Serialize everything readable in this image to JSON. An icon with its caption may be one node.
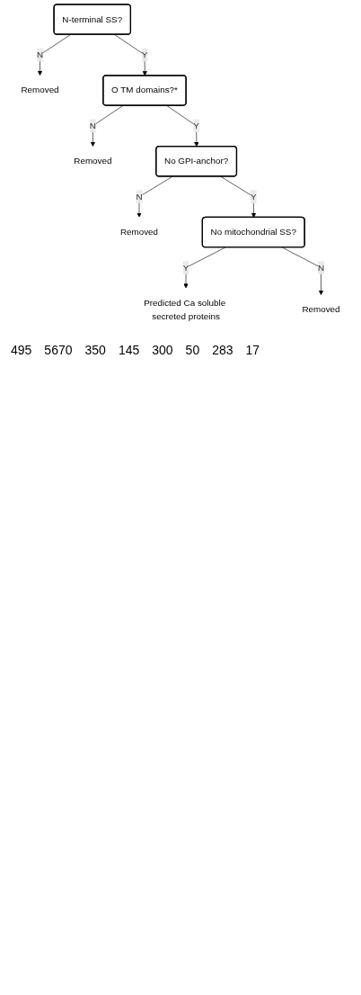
{
  "diagram": {
    "nodes": [
      {
        "text": [
          "N-terminal SS?"
        ]
      },
      {
        "text": [
          "Removed"
        ]
      },
      {
        "text": [
          "O TM domains?*"
        ]
      },
      {
        "text": [
          "Removed"
        ]
      },
      {
        "text": [
          "No GPI-anchor?"
        ]
      },
      {
        "text": [
          "Removed"
        ]
      },
      {
        "text": [
          "No mitochondrial SS?"
        ]
      },
      {
        "text": [
          "Removed"
        ]
      },
      {
        "text": [
          "Predicted Ca soluble secreted proteins"
        ]
      }
    ],
    "edges": [
      {
        "from": 0,
        "to": 2,
        "arrow": "to",
        "label": "Y"
      },
      {
        "from": 0,
        "to": 1,
        "arrow": "to",
        "label": "N"
      },
      {
        "from": 2,
        "to": 4,
        "arrow": "to",
        "label": "Y"
      },
      {
        "from": 2,
        "to": 3,
        "arrow": "to",
        "label": "N"
      },
      {
        "from": 4,
        "to": 6,
        "arrow": "to",
        "label": "Y"
      },
      {
        "from": 4,
        "to": 5,
        "arrow": "to",
        "label": "N"
      },
      {
        "from": 6,
        "to": 8,
        "arrow": "to",
        "label": "Y"
      },
      {
        "from": 6,
        "to": 7,
        "arrow": "to",
        "label": "N"
      }
    ],
    "labels": [
      "495",
      "5670",
      "350",
      "145",
      "300",
      "50",
      "283",
      "17"
    ]
  }
}
